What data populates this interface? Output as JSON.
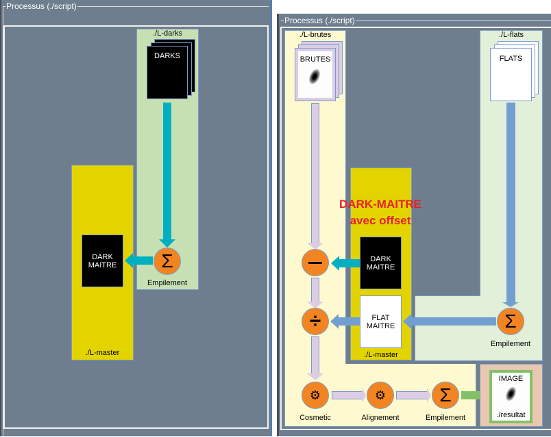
{
  "left_panel": {
    "group_title": "Processus (./script)",
    "darks_folder": "./L-darks",
    "darks_doc": "DARKS",
    "master_folder": "./L-master",
    "dark_master": [
      "DARK",
      "MAITRE"
    ],
    "stack_label": "Empilement"
  },
  "right_panel": {
    "group_title": "Processus (./script)",
    "brutes_folder": "./L-brutes",
    "brutes_doc": "BRUTES",
    "flats_folder": "./L-flats",
    "flats_doc": "FLATS",
    "annotation": [
      "DARK-MAITRE",
      "avec offset"
    ],
    "dark_master": [
      "DARK",
      "MAITRE"
    ],
    "flat_master": [
      "FLAT",
      "MAITRE"
    ],
    "master_folder": "./L-master",
    "flat_stack_label": "Empilement",
    "steps": [
      "Cosmetic",
      "Alignement",
      "Empilement"
    ],
    "result_title": "IMAGE",
    "result_folder": "./resultat"
  },
  "colors": {
    "panel_bg": "#6f7e8e",
    "green_zone": "#c6e0b4",
    "light_green_zone": "#e2efd9",
    "yellow_zone": "#e3d400",
    "cream_zone": "#fff9d0",
    "peach_zone": "#e8c8b0",
    "teal_arrow": "#00b0c0",
    "blue_arrow": "#729fcf",
    "lilac_arrow": "#dccde6",
    "green_arrow": "#84c06a",
    "orange_op": "#f28522",
    "annotation_red": "#e8202a"
  }
}
